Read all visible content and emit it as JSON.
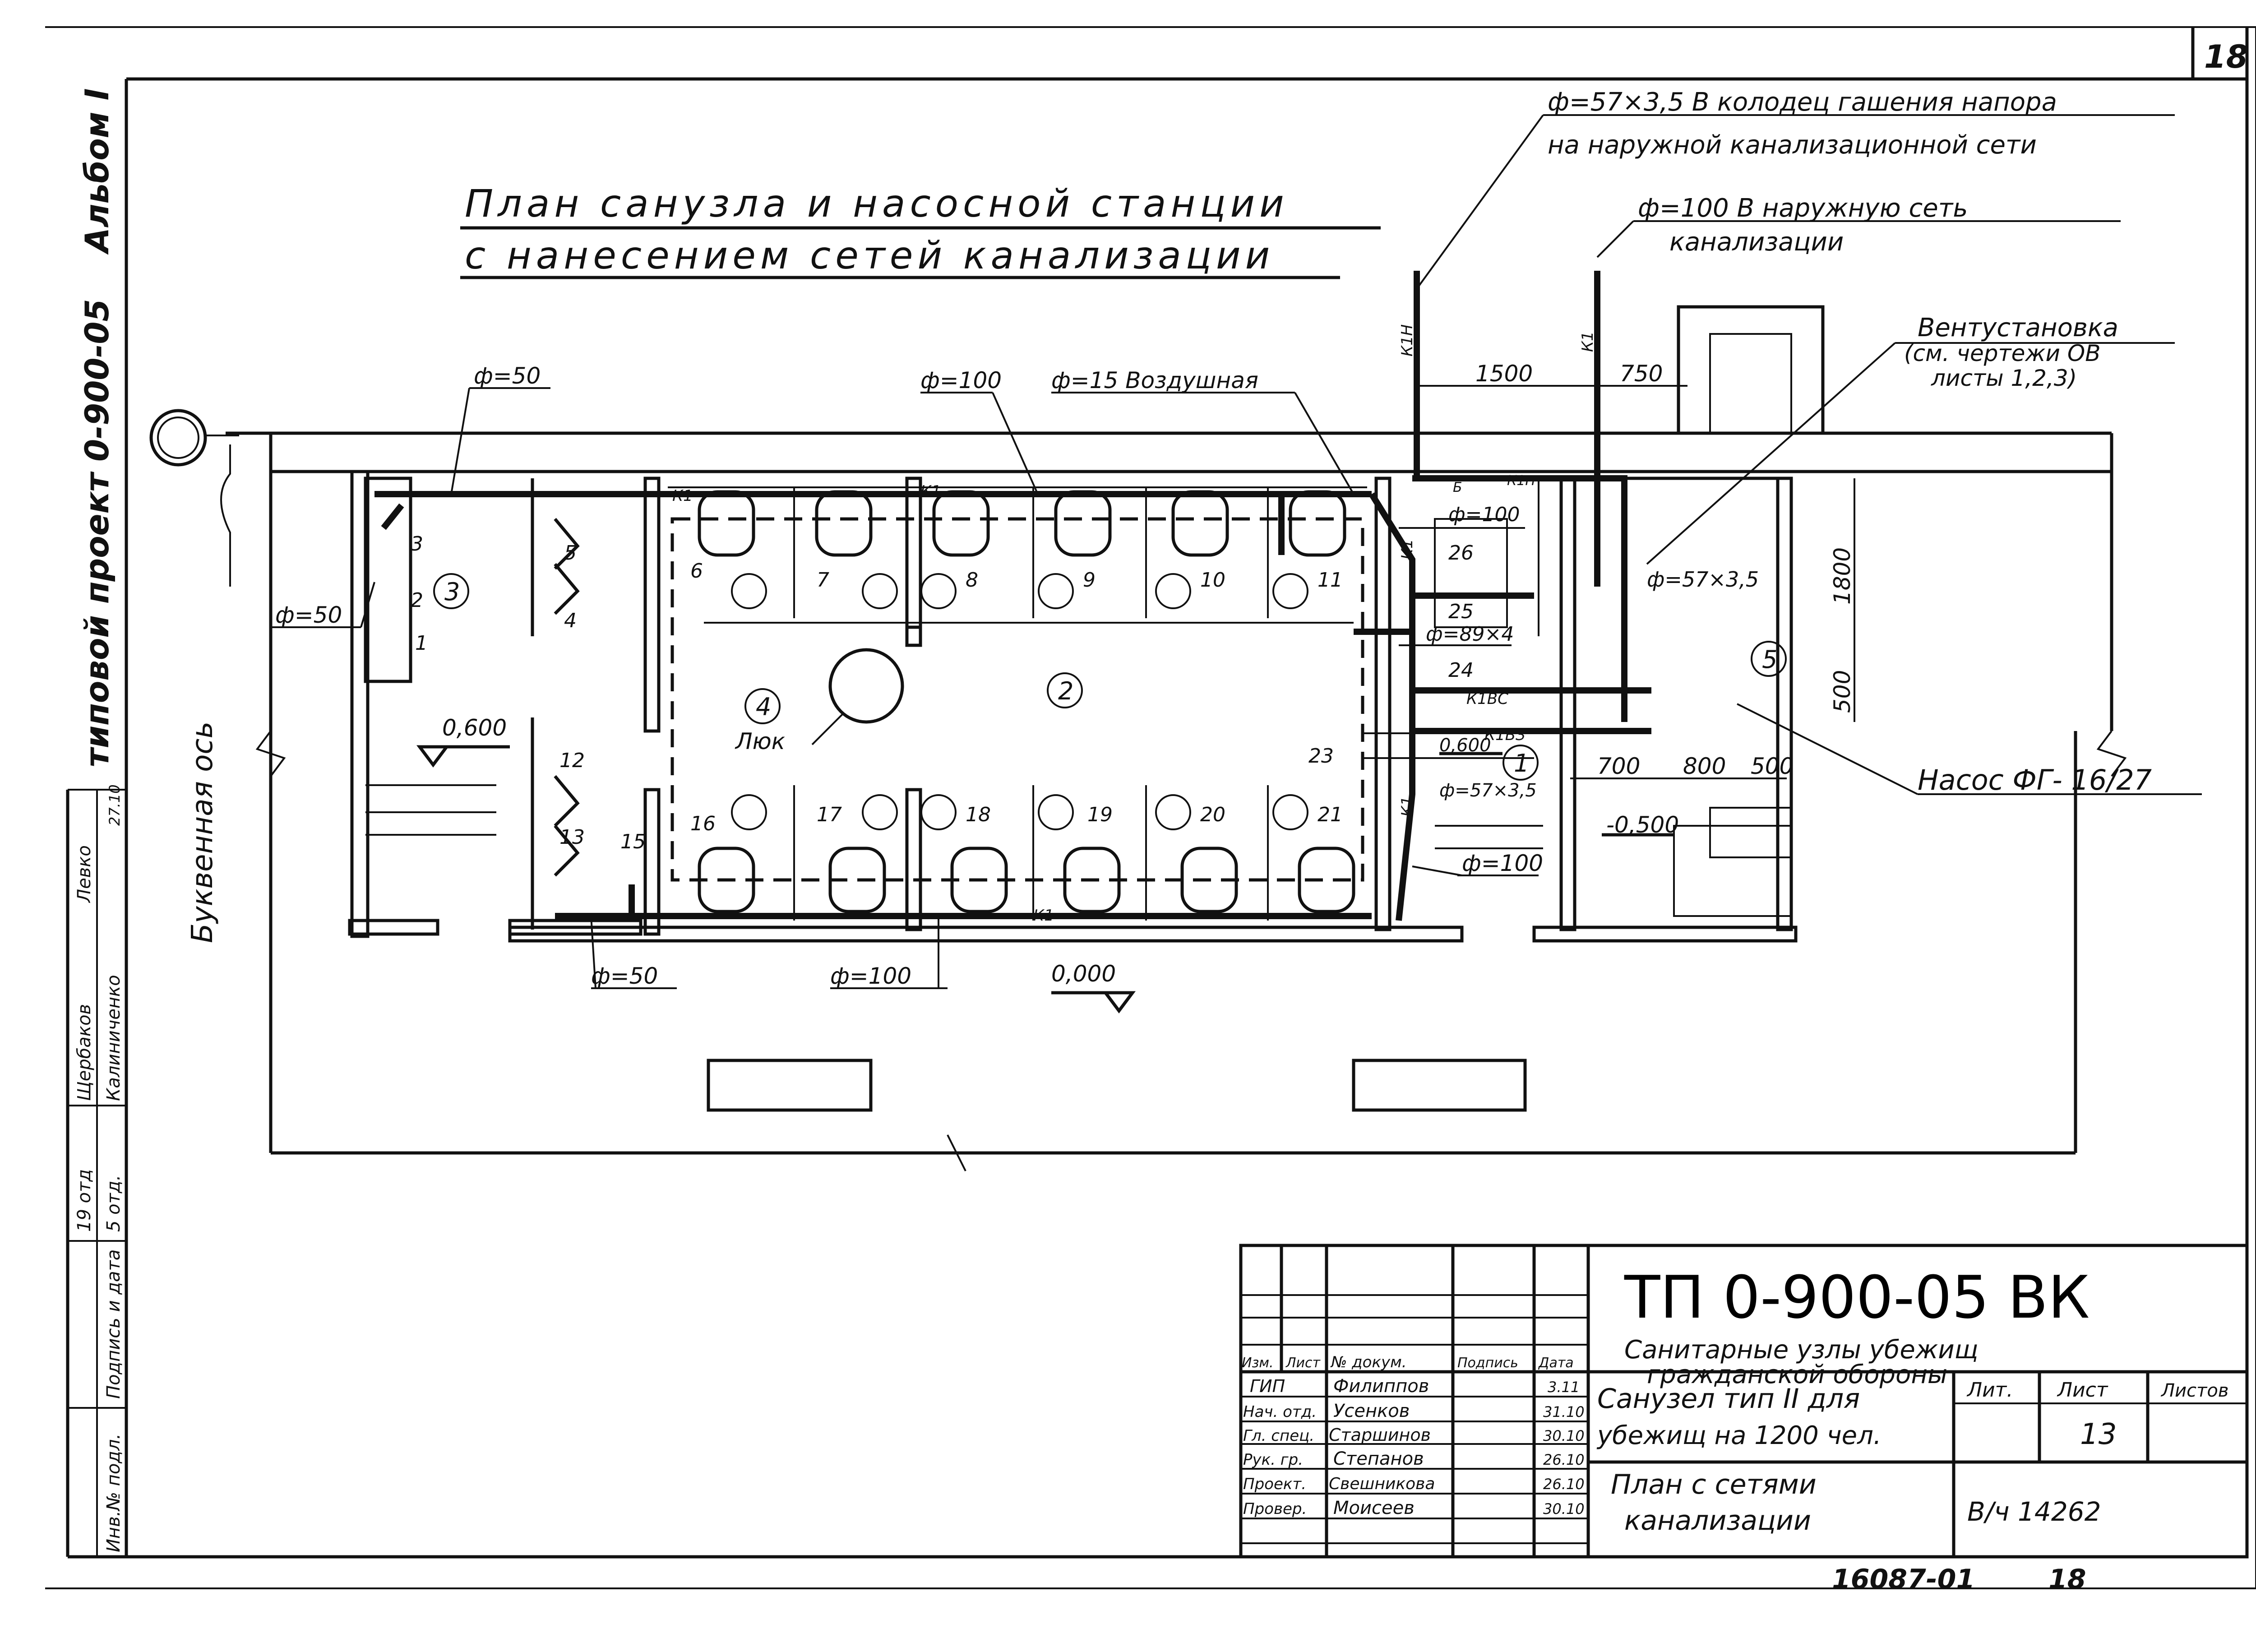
{
  "sheet_number_corner": "18",
  "left_strip": {
    "album": "Альбом I",
    "project": "типовой проект 0-900-05",
    "signers": [
      "Щербаков",
      "Калиниченко"
    ],
    "dept": [
      "19 отд",
      "5 отд."
    ],
    "sign_date_label": "Подпись и дата",
    "inv_label": "Инв.№ подл.",
    "check": [
      "Левко",
      "27.10"
    ]
  },
  "titles": {
    "plan_title_1": "План санузла и насосной станции",
    "plan_title_2": "с нанесением сетей канализации",
    "axis": "Буквенная ось"
  },
  "callouts": {
    "pipe_57_1": "ф=57×3,5 В колодец гашения напора",
    "pipe_57_2": "на наружной канализационной сети",
    "pipe_100_1": "ф=100 В наружную сеть",
    "pipe_100_2": "канализации",
    "vent_1": "Вентустановка",
    "vent_2": "(см. чертежи ОВ",
    "vent_3": "листы 1,2,3)",
    "pump": "Насос ФГ- 16/27",
    "d50_top": "ф=50",
    "d100_top": "ф=100",
    "d15": "ф=15 Воздушная",
    "d50_left": "ф=50",
    "d100_r1": "ф=100",
    "d89": "ф=89×4",
    "d57_mid": "ф=57×3,5",
    "d57_box": "ф=57×3,5",
    "d100_r2": "ф=100",
    "d50_bottom": "ф=50",
    "d100_bottom": "ф=100",
    "luk": "Люк"
  },
  "pipe_tags": {
    "k1": "К1",
    "k1n": "К1Н",
    "k1vs": "К1ВС",
    "k1vz": "К1ВЗ",
    "b": "Б"
  },
  "dims": {
    "d1500": "1500",
    "d750": "750",
    "d1800": "1800",
    "d500v": "500",
    "d700": "700",
    "d800": "800",
    "d500h": "500"
  },
  "levels": {
    "l0600": "0,600",
    "l0600b": "0,600",
    "l0000": "0,000",
    "lm0500": "-0,500"
  },
  "room_numbers": [
    "1",
    "2",
    "3",
    "4",
    "5"
  ],
  "fixture_numbers": [
    "1",
    "2",
    "3",
    "4",
    "5",
    "6",
    "7",
    "8",
    "9",
    "10",
    "11",
    "12",
    "13",
    "15",
    "16",
    "17",
    "18",
    "19",
    "20",
    "21",
    "23",
    "24",
    "25",
    "26"
  ],
  "title_block": {
    "code": "ТП 0-900-05 ВК",
    "name_1": "Санитарные узлы убежищ",
    "name_2": "гражданской обороны",
    "headers": [
      "Изм.",
      "Лист",
      "№ докум.",
      "Подпись",
      "Дата"
    ],
    "roles": [
      "ГИП",
      "Нач. отд.",
      "Гл. спец.",
      "Рук. гр.",
      "Проект.",
      "Провер."
    ],
    "people": [
      "Филиппов",
      "Усенков",
      "Старшинов",
      "Степанов",
      "Свешникова",
      "Моисеев"
    ],
    "dates": [
      "3.11",
      "31.10",
      "30.10",
      "26.10",
      "26.10",
      "30.10"
    ],
    "subject_1": "Санузел тип II для",
    "subject_2": "убежищ на 1200 чел.",
    "lit_label": "Лит.",
    "list_label": "Лист",
    "listov_label": "Листов",
    "list_value": "13",
    "plan_1": "План с сетями",
    "plan_2": "канализации",
    "inv": "В/ч 14262"
  },
  "footer": {
    "code": "16087-01",
    "page": "18"
  }
}
